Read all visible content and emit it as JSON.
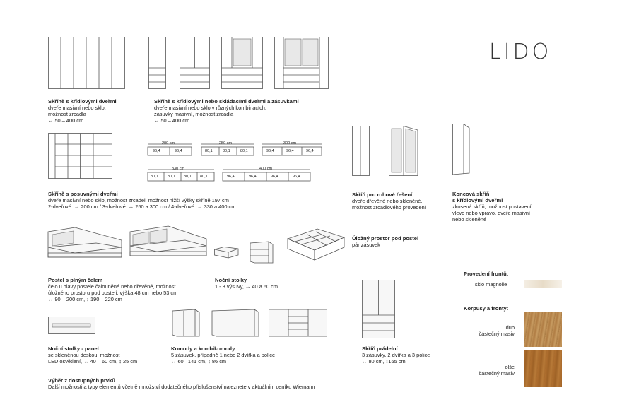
{
  "brand": "LIDO",
  "sections": {
    "hinged": {
      "title": "Skříně s křídlovými dveřmi",
      "lines": [
        "dveře masivní nebo sklo,",
        "možnost zrcadla",
        "↔ 50 – 400 cm"
      ]
    },
    "hinged_drawers": {
      "title": "Skříně s křídlovými nebo skládacími dveřmi a zásuvkami",
      "lines": [
        "dveře masivní nebo sklo v různých kombinacích,",
        "zásuvky masivní, možnost zrcadla",
        "↔ 50 – 400 cm"
      ]
    },
    "sliding": {
      "title": "Skříně s posuvnými dveřmi",
      "lines": [
        "dveře masivní nebo sklo, možnost zrcadel, možnost nižší výšky skříně 197 cm",
        "2-dveřové: ↔ 200 cm / 3-dveřové: ↔ 250 a 300 cm / 4-dveřové: ↔ 330 a 400 cm"
      ]
    },
    "corner": {
      "title": "Skříň pro rohové řešení",
      "lines": [
        "dveře dřevěné nebo skleněné,",
        "možnost zrcadlového provedení"
      ]
    },
    "end": {
      "title": "Koncová skříň",
      "title2": "s křídlovými dveřmi",
      "lines": [
        "zkosená skříň, možnost postavení",
        "vlevo nebo vpravo, dveře masivní",
        "nebo skleněné"
      ]
    },
    "storage": {
      "title": "Úložný prostor pod postel",
      "lines": [
        "pár zásuvek"
      ]
    },
    "bed": {
      "title": "Postel s plným čelem",
      "lines": [
        "čelo u hlavy postele čalouněné nebo dřevěné, možnost",
        "úložného prostoru pod postelí, výška 48 cm nebo 53 cm",
        "↔ 90 – 200 cm, ↕ 190 – 220 cm"
      ]
    },
    "night": {
      "title": "Noční stolky",
      "lines": [
        "1 - 3 výsuvy, ↔ 40 a 60 cm"
      ]
    },
    "night_panel": {
      "title": "Noční stolky - panel",
      "lines": [
        "se skleněnou deskou, možnost",
        "LED osvětlení, ↔ 40 – 60 cm, ↕ 25 cm"
      ]
    },
    "dressers": {
      "title": "Komody a kombikomody",
      "lines": [
        "5 zásuvek, případně 1 nebo 2 dvířka a police",
        "↔ 60 –141 cm, ↕ 86 cm"
      ]
    },
    "linen": {
      "title": "Skříň prádelní",
      "lines": [
        "3 zásuvky, 2 dvířka a 3 police",
        "↔ 80 cm, ↕165 cm"
      ]
    },
    "footer": {
      "title": "Výběr z dostupných prvků",
      "line": "Další možnosti a typy elementů včetně množství dodatečného příslušenství naleznete v aktuálním ceníku Wiemann"
    }
  },
  "finishes": {
    "fronts_title": "Provedení frontů:",
    "fronts_item": "sklo magnolie",
    "bodies_title": "Korpusy a fronty:",
    "wood1": [
      "dub",
      "částečný masiv"
    ],
    "wood2": [
      "olše",
      "částečný masiv"
    ],
    "colors": {
      "magnolie": "#efe6d6",
      "dub": "#b9874d",
      "olse": "#a86b2f"
    }
  },
  "sliding_configs": {
    "w200": "200 cm",
    "w250": "250 cm",
    "w300": "300 cm",
    "w330": "330 cm",
    "w400": "400 cm",
    "a": "96,4",
    "b": "80,1"
  }
}
